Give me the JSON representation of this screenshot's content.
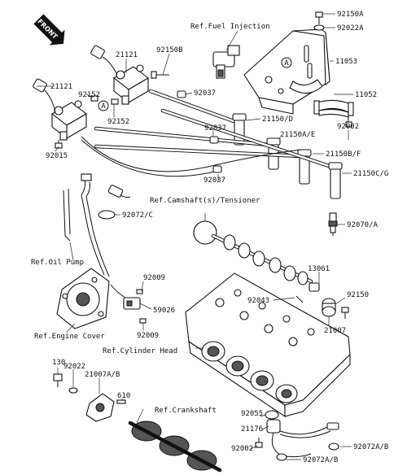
{
  "front_badge": "FRONT",
  "circle_marker": "A",
  "parts": {
    "p92150A": "92150A",
    "p92022A": "92022A",
    "p11053": "11053",
    "p11052": "11052",
    "p21121_a": "21121",
    "p21121_b": "21121",
    "p92150B": "92150B",
    "p92152_a": "92152",
    "p92152_b": "92152",
    "p92037_a": "92037",
    "p92037_b": "92037",
    "p92037_c": "92037",
    "p21150D": "21150/D",
    "p21150AE": "21150A/E",
    "p92002_a": "92002",
    "p21150BF": "21150B/F",
    "p21150CG": "21150C/G",
    "p92015": "92015",
    "p92072C": "92072/C",
    "p92070A": "92070/A",
    "p13061": "13061",
    "p92009_a": "92009",
    "p92009_b": "92009",
    "p92043": "92043",
    "p92150": "92150",
    "p21007": "21007",
    "p59026": "59026",
    "p130": "130",
    "p92022": "92022",
    "p21007AB": "21007A/B",
    "p610": "610",
    "p92055": "92055",
    "p21176": "21176",
    "p92002_b": "92002",
    "p92072AB_a": "92072A/B",
    "p92072AB_b": "92072A/B"
  },
  "refs": {
    "fuel_injection": "Ref.Fuel Injection",
    "camshaft_tensioner": "Ref.Camshaft(s)/Tensioner",
    "oil_pump": "Ref.Oil Pump",
    "engine_cover": "Ref.Engine Cover",
    "cylinder_head": "Ref.Cylinder Head",
    "crankshaft": "Ref.Crankshaft"
  }
}
